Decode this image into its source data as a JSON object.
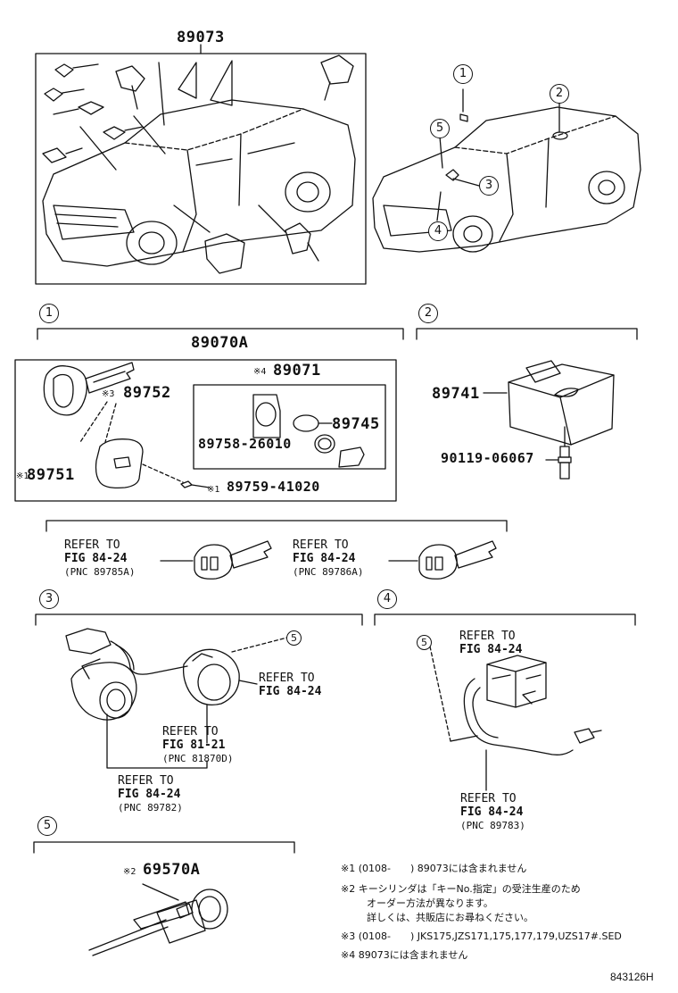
{
  "top": {
    "main_part": "89073"
  },
  "overview_callouts": [
    "1",
    "2",
    "3",
    "4",
    "5"
  ],
  "sections": {
    "s1": {
      "num": "1",
      "assembly": "89070A",
      "sub_prefix": "※4",
      "sub_part": "89071",
      "parts": {
        "key_prefix": "※3",
        "key": "89752",
        "cover_prefix": "※1",
        "cover": "89751",
        "screw_prefix": "※1",
        "screw": "89759-41020",
        "battery": "89745",
        "oring": "89758-26010"
      }
    },
    "s2": {
      "num": "2",
      "unit": "89741",
      "bolt": "90119-06067"
    },
    "keys": {
      "left": {
        "l1": "REFER TO",
        "l2": "FIG 84-24",
        "l3": "(PNC 89785A)"
      },
      "right": {
        "l1": "REFER TO",
        "l2": "FIG 84-24",
        "l3": "(PNC 89786A)"
      }
    },
    "s3": {
      "num": "3",
      "callout": "5",
      "a": {
        "l1": "REFER TO",
        "l2": "FIG 84-24"
      },
      "b": {
        "l1": "REFER TO",
        "l2": "FIG 81-21",
        "l3": "(PNC 81870D)"
      },
      "c": {
        "l1": "REFER TO",
        "l2": "FIG 84-24",
        "l3": "(PNC 89782)"
      }
    },
    "s4": {
      "num": "4",
      "callout": "5",
      "a": {
        "l1": "REFER TO",
        "l2": "FIG 84-24"
      },
      "b": {
        "l1": "REFER TO",
        "l2": "FIG 84-24",
        "l3": "(PNC 89783)"
      }
    },
    "s5": {
      "num": "5",
      "prefix": "※2",
      "part": "69570A"
    }
  },
  "notes": {
    "n1": "※1 (0108-　　) 89073には含まれません",
    "n2a": "※2  キーシリンダは「キーNo.指定」の受注生産のため",
    "n2b": "オーダー方法が異なります。",
    "n2c": "詳しくは、共販店にお尋ねください。",
    "n3": "※3 (0108-　　) JKS175,JZS171,175,177,179,UZS17#.SED",
    "n4": "※4  89073には含まれません"
  },
  "figure_id": "843126H"
}
